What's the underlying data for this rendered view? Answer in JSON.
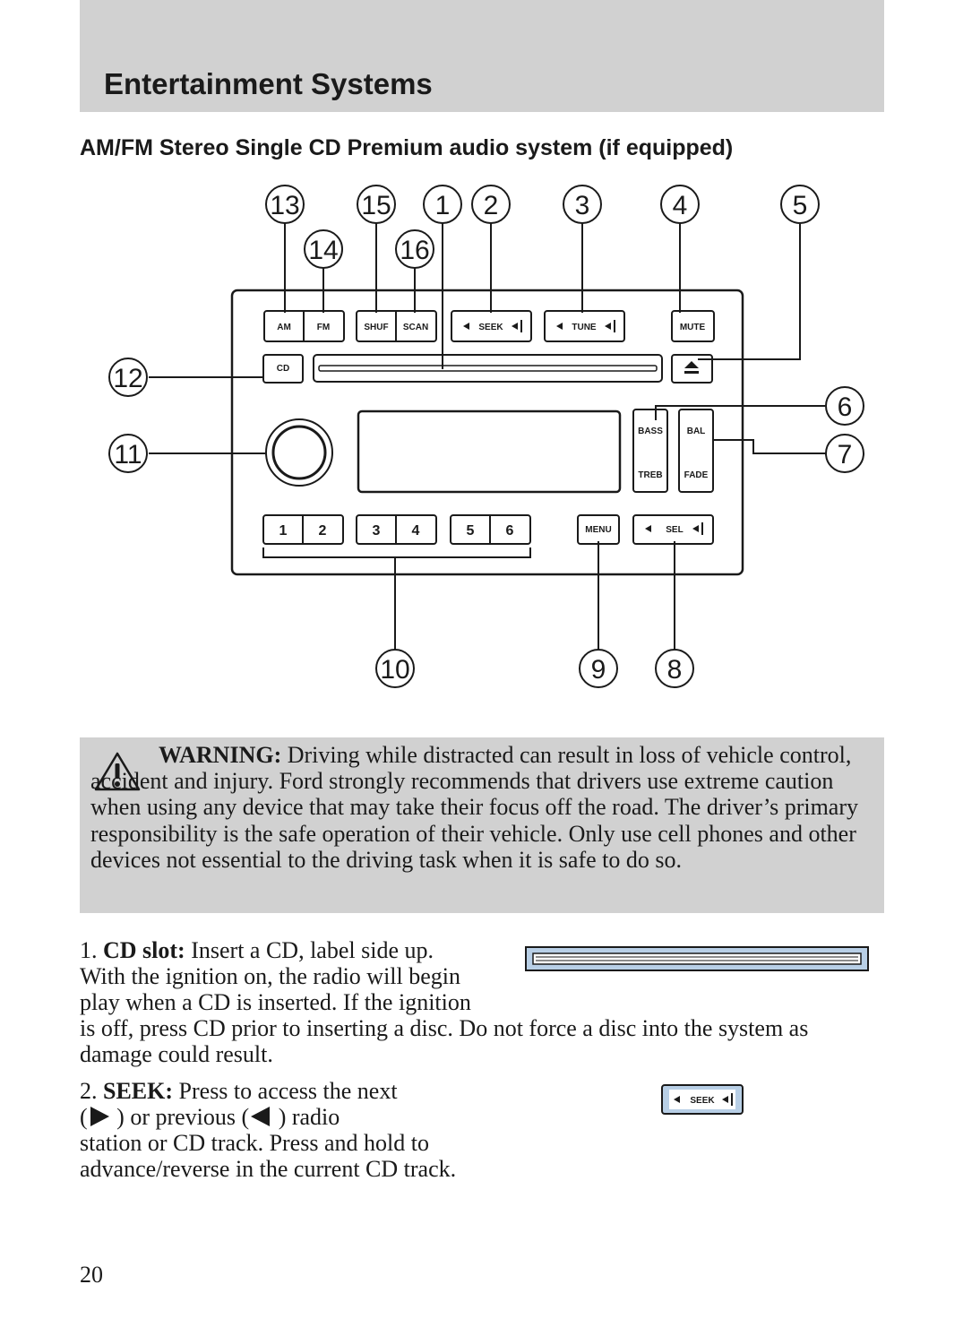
{
  "header": {
    "title": "Entertainment Systems"
  },
  "section": {
    "heading": "AM/FM Stereo Single CD Premium audio system (if equipped)"
  },
  "diagram": {
    "callouts": [
      "13",
      "15",
      "1",
      "2",
      "3",
      "4",
      "5",
      "14",
      "16",
      "12",
      "6",
      "11",
      "7",
      "10",
      "9",
      "8"
    ],
    "buttons": {
      "am": "AM",
      "fm": "FM",
      "shuf": "SHUF",
      "scan": "SCAN",
      "seek": "SEEK",
      "tune": "TUNE",
      "mute": "MUTE",
      "cd": "CD",
      "bass": "BASS",
      "treb": "TREB",
      "bal": "BAL",
      "fade": "FADE",
      "menu": "MENU",
      "sel": "SEL",
      "presets": [
        "1",
        "2",
        "3",
        "4",
        "5",
        "6"
      ]
    }
  },
  "warning": {
    "label": "WARNING:",
    "text": "Driving while distracted can result in loss of vehicle control, accident and injury. Ford strongly recommends that drivers use extreme caution when using any device that may take their focus off the road. The driver’s primary responsibility is the safe operation of their vehicle. Only use cell phones and other devices not essential to the driving task when it is safe to do so."
  },
  "items": [
    {
      "number": "1.",
      "term": "CD slot:",
      "text": "Insert a CD, label side up. With the ignition on, the radio will begin play when a CD is inserted. If the ignition is off, press CD prior to inserting a disc. Do not force a disc into the system as damage could result."
    },
    {
      "number": "2.",
      "term": "SEEK:",
      "text_a": "Press to access the next",
      "open_paren": "(",
      "close_next": ") or previous (",
      "close_prev": ") radio",
      "text_b": "station or CD track. Press and hold to advance/reverse in the current CD track.",
      "figure_label": "SEEK"
    }
  ],
  "page_number": "20"
}
